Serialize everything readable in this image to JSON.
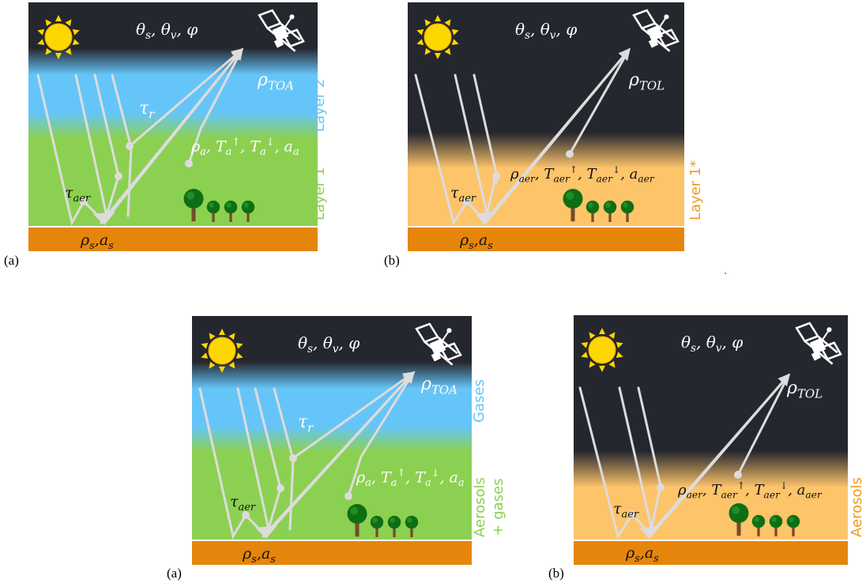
{
  "labels": {
    "angles": "θs, θv, φ",
    "rho_toa": "ρTOA",
    "rho_tol": "ρTOL",
    "tau_r": "τr",
    "tau_aer": "τaer",
    "rho_s_a_s": "ρs,as",
    "layer_props": "ρa, Ta↑, Ta↓, aa",
    "aer_props": "ρaer, Taer↑, Taer↓, aaer"
  },
  "side_labels": {
    "layer2": "Layer 2",
    "layer1": "Layer 1",
    "layer1_star": "Layer 1*",
    "gases": "Gases",
    "aerosols_gases": "Aerosols + gases",
    "aerosols": "Aerosols"
  },
  "captions": [
    "(a)",
    "(b)",
    "(a)",
    "(b)"
  ],
  "colors": {
    "night_sky": "#25272f",
    "rayleigh_blue": "#66c5f8",
    "aerosol_green": "#8cd051",
    "aerosol_orange": "#fdc46a",
    "ground_orange": "#e6850c",
    "ray_grey": "#d8d8d8",
    "sun_yellow": "#ffd700",
    "side_blue": "#66c5f8",
    "side_green": "#8cd051",
    "side_orange": "#f29a1c"
  },
  "icons": [
    "sun-icon",
    "satellite-icon",
    "tree-icon"
  ]
}
